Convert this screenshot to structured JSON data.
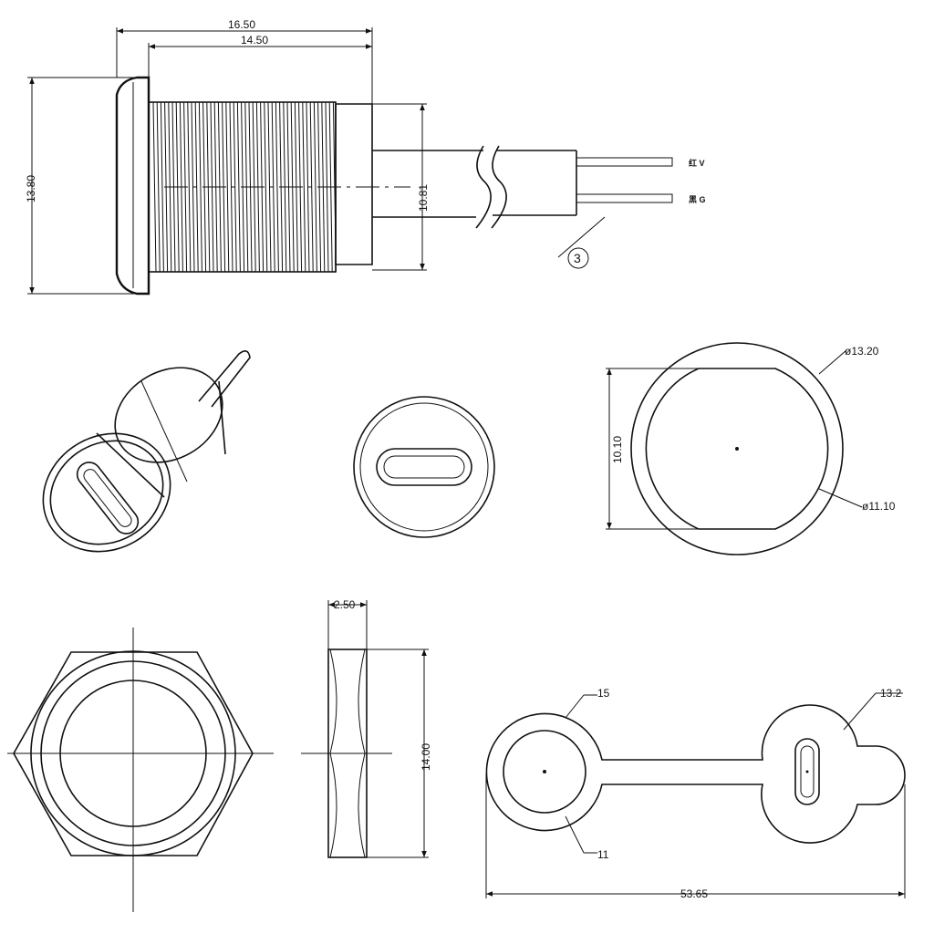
{
  "side_view": {
    "dim_overall_length": "16.50",
    "dim_thread_length": "14.50",
    "dim_flange_height": "13.80",
    "dim_body_height": "10.81",
    "wire_label_top": "红 V",
    "wire_label_bottom": "黑 G",
    "callout_number": "3"
  },
  "iso_view": {},
  "face_view": {},
  "circle_view": {
    "dim_outer_diameter": "ø13.20",
    "dim_inner_diameter": "ø11.10",
    "dim_flat_height": "10.10"
  },
  "hex_nut_view": {},
  "nut_side_view": {
    "dim_thickness": "2.50",
    "dim_height": "14.00"
  },
  "cap_view": {
    "dim_ring_outer": "15",
    "dim_ring_inner": "11",
    "dim_cap_size": "13.2",
    "dim_total_length": "53.65"
  },
  "colors": {
    "line": "#111111",
    "background": "#ffffff"
  }
}
